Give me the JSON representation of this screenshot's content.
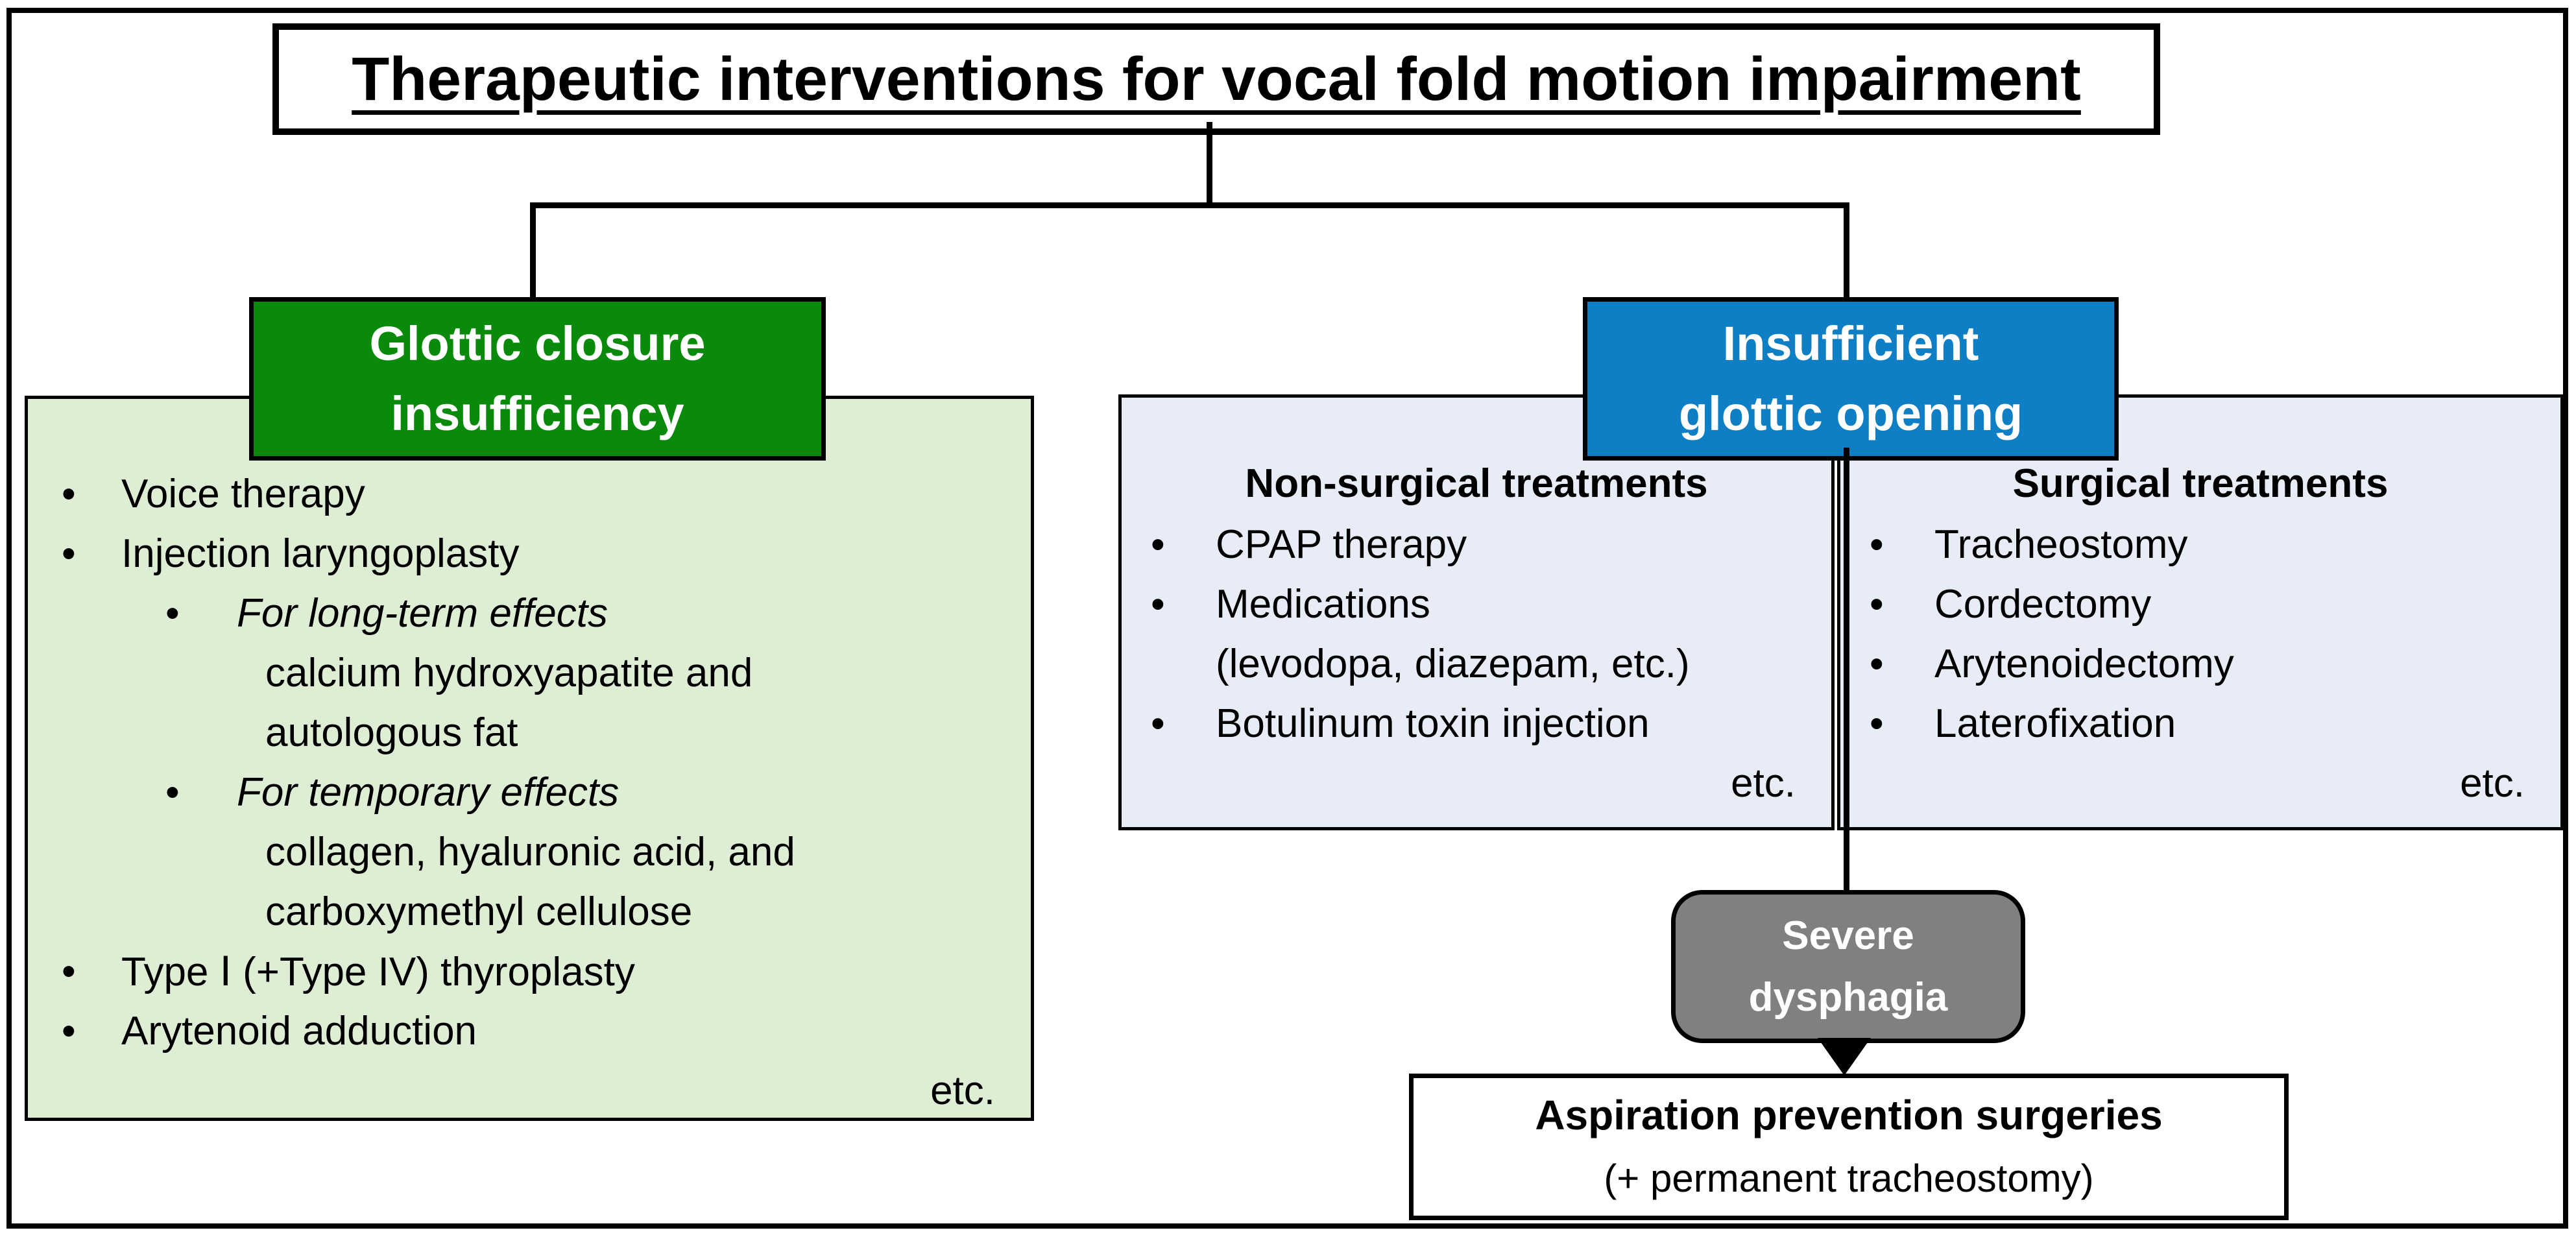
{
  "title": "Therapeutic interventions for vocal fold motion impairment",
  "bullet": "•",
  "colors": {
    "green_box": "#0a8a0a",
    "green_panel": "#deeed5",
    "blue_box": "#0e7ec5",
    "blue_panel": "#e8ecf6",
    "gray_box": "#808080",
    "line": "#000000"
  },
  "left_branch": {
    "box_line1": "Glottic closure",
    "box_line2": "insufficiency",
    "items": [
      "Voice therapy",
      "Injection laryngoplasty",
      "For long-term effects",
      "calcium hydroxyapatite and",
      "autologous fat",
      "For temporary effects",
      "collagen, hyaluronic acid, and",
      "carboxymethyl cellulose",
      "Type Ⅰ (+Type IV) thyroplasty",
      "Arytenoid adduction"
    ],
    "etc_label": "etc."
  },
  "right_branch": {
    "box_line1": "Insufficient",
    "box_line2": "glottic opening",
    "non_surgical": {
      "header": "Non-surgical treatments",
      "items": [
        "CPAP therapy",
        "Medications",
        "(levodopa, diazepam, etc.)",
        "Botulinum toxin injection"
      ],
      "etc_label": "etc."
    },
    "surgical": {
      "header": "Surgical treatments",
      "items": [
        "Tracheostomy",
        "Cordectomy",
        "Arytenoidectomy",
        "Laterofixation"
      ],
      "etc_label": "etc."
    },
    "severe_dysphagia": {
      "line1": "Severe",
      "line2": "dysphagia"
    },
    "aspiration_box": {
      "line1": "Aspiration prevention surgeries",
      "line2": "(+ permanent tracheostomy)"
    }
  }
}
